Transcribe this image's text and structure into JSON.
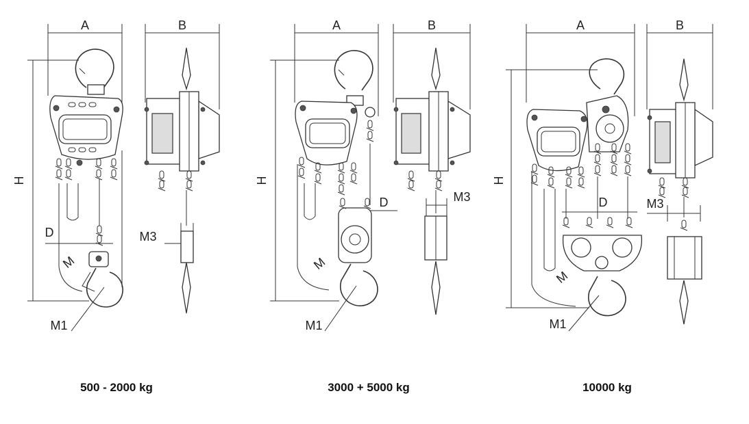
{
  "labels": {
    "A": "A",
    "B": "B",
    "H": "H",
    "D": "D",
    "M1": "M1",
    "M3": "M3",
    "M": "M"
  },
  "captions": {
    "small": "500 - 2000 kg",
    "medium": "3000 + 5000 kg",
    "large": "10000 kg"
  },
  "colors": {
    "line": "#333333",
    "fill": "#dddddd",
    "background": "#ffffff"
  }
}
